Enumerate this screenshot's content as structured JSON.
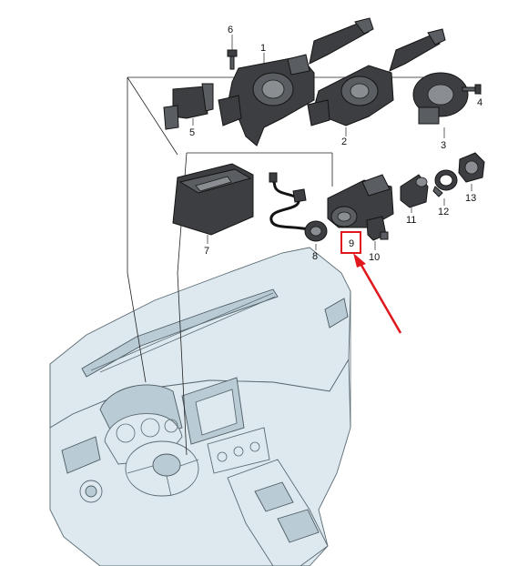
{
  "diagram": {
    "callouts": [
      {
        "id": "1",
        "text": "1"
      },
      {
        "id": "2",
        "text": "2"
      },
      {
        "id": "3",
        "text": "3"
      },
      {
        "id": "4",
        "text": "4"
      },
      {
        "id": "5",
        "text": "5"
      },
      {
        "id": "6",
        "text": "6"
      },
      {
        "id": "7",
        "text": "7"
      },
      {
        "id": "8",
        "text": "8"
      },
      {
        "id": "9",
        "text": "9"
      },
      {
        "id": "10",
        "text": "10"
      },
      {
        "id": "11",
        "text": "11"
      },
      {
        "id": "12",
        "text": "12"
      },
      {
        "id": "13",
        "text": "13"
      }
    ],
    "highlight": {
      "callout": "9",
      "box_color": "#e0171d",
      "arrow_color": "#e0171d"
    },
    "colors": {
      "part": "#3c3e41",
      "dashboard": "#dde9ef",
      "outline": "#5b6a73"
    }
  }
}
